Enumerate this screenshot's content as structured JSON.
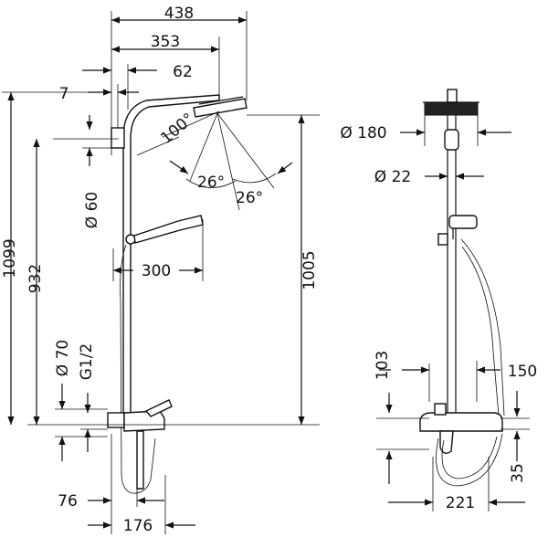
{
  "side_view": {
    "dims": {
      "w438": "438",
      "w353": "353",
      "w62": "62",
      "w7": "7",
      "a100": "100°",
      "a26a": "26°",
      "a26b": "26°",
      "d60": "Ø 60",
      "h1099": "1099",
      "h932": "932",
      "h1005": "1005",
      "w300": "300",
      "d70": "Ø 70",
      "g12": "G1/2",
      "w76": "76",
      "w176": "176"
    }
  },
  "front_view": {
    "dims": {
      "d180": "Ø 180",
      "d22": "Ø 22",
      "w103": "103",
      "w150": "150",
      "h35": "35",
      "w221": "221"
    }
  }
}
